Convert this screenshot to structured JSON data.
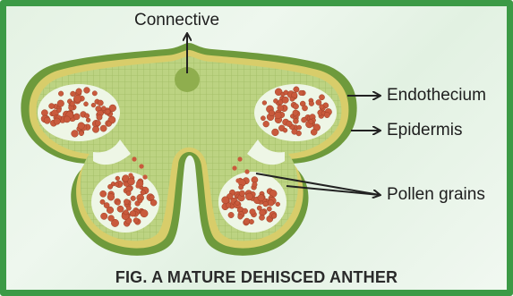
{
  "figure": {
    "caption": "FIG. A MATURE DEHISCED ANTHER",
    "labels": {
      "connective": "Connective",
      "endothecium": "Endothecium",
      "epidermis": "Epidermis",
      "pollen_grains": "Pollen grains"
    },
    "colors": {
      "frame": "#3c9a46",
      "epidermis": "#6e9a3c",
      "endothecium": "#d8cd6a",
      "tissue": "#b6cf7a",
      "pollen": "#c95a3c",
      "arrow": "#222222"
    }
  }
}
